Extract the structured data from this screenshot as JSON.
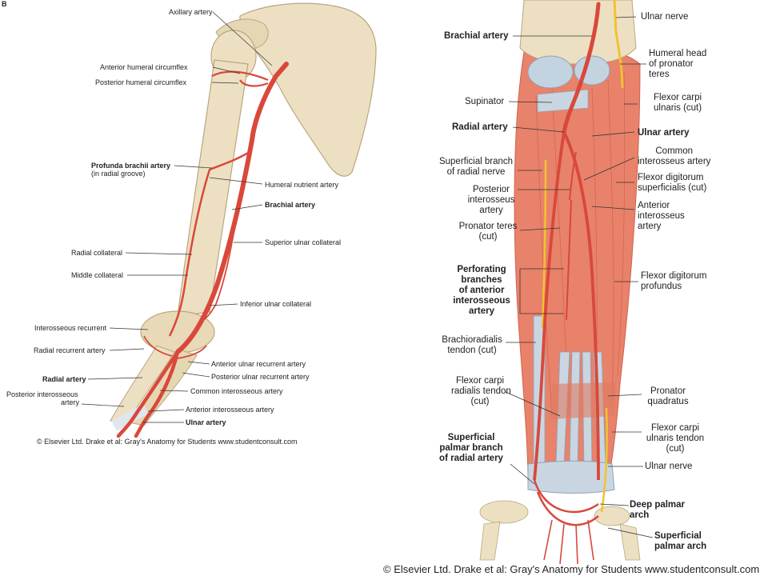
{
  "panel_letter": "B",
  "left_figure": {
    "labels": {
      "axillary_artery": "Axillary artery",
      "anterior_humeral_circumflex": "Anterior humeral circumflex",
      "posterior_humeral_circumflex": "Posterior humeral circumflex",
      "profunda_brachii": "Profunda brachii artery",
      "profunda_brachii_sub": "(in radial groove)",
      "humeral_nutrient": "Humeral nutrient artery",
      "brachial_artery": "Brachial artery",
      "superior_ulnar_collateral": "Superior ulnar collateral",
      "radial_collateral": "Radial collateral",
      "middle_collateral": "Middle collateral",
      "inferior_ulnar_collateral": "Inferior ulnar collateral",
      "interosseous_recurrent": "Interosseous recurrent",
      "radial_recurrent": "Radial recurrent artery",
      "anterior_ulnar_recurrent": "Anterior ulnar recurrent artery",
      "radial_artery": "Radial artery",
      "posterior_ulnar_recurrent": "Posterior ulnar recurrent artery",
      "posterior_interosseous_1": "Posterior interosseous",
      "posterior_interosseous_2": "artery",
      "common_interosseous": "Common interosseous artery",
      "anterior_interosseous": "Anterior interosseous artery",
      "ulnar_artery": "Ulnar artery"
    },
    "credit": "© Elsevier Ltd. Drake et al: Gray's Anatomy for Students www.studentconsult.com"
  },
  "right_figure": {
    "labels": {
      "ulnar_nerve_top": "Ulnar nerve",
      "brachial_artery": "Brachial artery",
      "humeral_head_pronator_teres": [
        "Humeral head",
        "of pronator",
        "teres"
      ],
      "supinator": "Supinator",
      "flexor_carpi_ulnaris_cut": [
        "Flexor carpi",
        "ulnaris (cut)"
      ],
      "radial_artery": "Radial artery",
      "ulnar_artery": "Ulnar artery",
      "superficial_branch_radial_nerve": [
        "Superficial branch",
        "of radial nerve"
      ],
      "common_interosseous": [
        "Common",
        "interosseus artery"
      ],
      "flexor_digitorum_superficialis": [
        "Flexor digitorum",
        "superficialis (cut)"
      ],
      "posterior_interosseus": [
        "Posterior",
        "interosseus",
        "artery"
      ],
      "anterior_interosseus": [
        "Anterior",
        "interosseus",
        "artery"
      ],
      "pronator_teres_cut": [
        "Pronator teres",
        "(cut)"
      ],
      "perforating_branches": [
        "Perforating",
        "branches",
        "of anterior",
        "interosseous",
        "artery"
      ],
      "flexor_digitorum_profundus": [
        "Flexor digitorum",
        "profundus"
      ],
      "brachioradialis_tendon": [
        "Brachioradialis",
        "tendon (cut)"
      ],
      "flexor_carpi_radialis_tendon": [
        "Flexor carpi",
        "radialis tendon",
        "(cut)"
      ],
      "pronator_quadratus": [
        "Pronator",
        "quadratus"
      ],
      "flexor_carpi_ulnaris_tendon": [
        "Flexor carpi",
        "ulnaris tendon",
        "(cut)"
      ],
      "superficial_palmar_branch": [
        "Superficial",
        "palmar branch",
        "of radial artery"
      ],
      "ulnar_nerve_bottom": "Ulnar nerve",
      "deep_palmar_arch": [
        "Deep palmar",
        "arch"
      ],
      "superficial_palmar_arch": [
        "Superficial",
        "palmar arch"
      ]
    },
    "credit": "© Elsevier Ltd. Drake et al: Gray's Anatomy for Students www.studentconsult.com"
  },
  "colors": {
    "bone": "#ede0c2",
    "bone_outline": "#b9a67e",
    "artery": "#d9483a",
    "artery_dark": "#b8322a",
    "muscle": "#e8826a",
    "muscle_dark": "#cf6350",
    "tendon": "#c9d6e2",
    "nerve": "#f2c230",
    "line": "#333333"
  }
}
